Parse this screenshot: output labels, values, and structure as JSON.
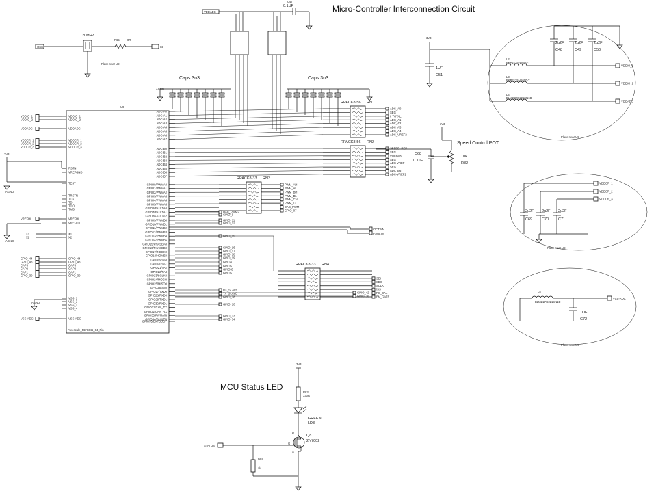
{
  "title": "Micro-Controller Interconnection Circuit",
  "led_title": "MCU Status LED",
  "crystal": {
    "freq": "20MHZ",
    "resistor": "R65",
    "value": "0R",
    "note": "Place near U9",
    "osc_in": "OSC",
    "x1": "X1"
  },
  "top_cap": {
    "ref": "C47",
    "value": "0.1UF",
    "net": "VDDADC"
  },
  "caps_left": "Caps 3n3",
  "caps_right": "Caps 3n3",
  "agnd": "AGND",
  "mcu": {
    "ref": "U9",
    "part": "Freescale_56F8346_64_Pin",
    "left_pins": [
      "VDDIO_1",
      "VDDIO_2",
      "VDDADC",
      "VDDCR_1",
      "VDDCR_2",
      "VDDCR_3",
      "RSTN",
      "VREFGND",
      "TEST",
      "TRSTN",
      "TCK",
      "TDI",
      "TDO",
      "TMS",
      "VREFHI",
      "VREFLO",
      "X1",
      "X2",
      "GPIO_44",
      "GPIO_43",
      "CAP3",
      "CAP2",
      "CAP1",
      "GPIO_39",
      "VSS_1",
      "VSS_2",
      "VSS_3",
      "VSS_4",
      "VSS-ADC"
    ],
    "right_pins": [
      "ADC-A0",
      "ADC-A1",
      "ADC-A2",
      "ADC-A3",
      "ADC-A4",
      "ADC-A5",
      "ADC-A6",
      "ADC-A7",
      "ADC-B0",
      "ADC-B1",
      "ADC-B2",
      "ADC-B3",
      "ADC-B4",
      "ADC-B5",
      "ADC-B6",
      "ADC-B7",
      "GPIO0/PWMA0",
      "GPIO1/PWMA1",
      "GPIO2/PWMA2",
      "GPIO3/PWMA3",
      "GPIO4/PWMA4",
      "GPIO5/PWMA5",
      "GPIO6/FAULTA0",
      "GPIO7/FAULTA1",
      "GPIO8/FAULTA2",
      "GPIO9/PWMB0",
      "GPIO10/PWMB1",
      "GPIO11/PWMB2",
      "GPIO12/PWMB3",
      "GPIO13/PWMB4",
      "GPIO14/PWMB5",
      "GPIO15/PHASEA0",
      "GPIO16/PHASEB0",
      "GPIO17/INDEX0",
      "GPIO18/HOME0",
      "GPIO19/TA0",
      "GPIO20/TA1",
      "GPIO21/TA2",
      "GPIO22/TA3",
      "GPIO23/SCLK0",
      "GPIO24/MOSI0",
      "GPIO25/MISO0",
      "GPIO26/SS0",
      "GPIO27/TXD0",
      "GPIO28/RXD0",
      "GPIO29/TXD1",
      "GPIO30/RXD1",
      "GPIO31/CAN_TX",
      "GPIO32/CAN_RX",
      "GPIO33/PWMA/B",
      "GPIO34/FAULTB",
      "GPIO35/EXTBOOT"
    ]
  },
  "left_nets": [
    "VDDIO_1",
    "VDDIO_2",
    "VDDADC",
    "VDDCR_1",
    "VDDCR_2",
    "VDDCR_3",
    "VREFHI",
    "GPIO_44",
    "GPIO_43",
    "CAP3",
    "CAP2",
    "CAP1",
    "GPIO_39",
    "VSS-ADC"
  ],
  "rn1": {
    "ref": "RN1",
    "part": "RPACK8-56",
    "nets": [
      "ADC_A0",
      "SEG",
      "I_TOTAL",
      "ADC_A1",
      "ADC_A2",
      "ADC_A3",
      "ADC_A4",
      "ADC_VREF2"
    ]
  },
  "rn2": {
    "ref": "RN2",
    "part": "RPACK8-56",
    "nets": [
      "SPEED_REF",
      "SEG",
      "VDCBUS",
      "SEG",
      "ADC-VREF",
      "SEG",
      "ADC_B6",
      "ADC-VREF1"
    ]
  },
  "rn3": {
    "ref": "RN3",
    "part": "RPACK8-33",
    "nets": [
      "PWM_AH",
      "PWM_AL",
      "PWM_BH",
      "PWM_BL",
      "PWM_CH",
      "PWM_CL",
      "DAC_PWM",
      "GPIO_07"
    ]
  },
  "rn4": {
    "ref": "RN4",
    "part": "RPACK8-33",
    "nets": [
      "SDI",
      "SDO",
      "SCLK",
      "/SS",
      "PC_CAL",
      "EN_GATE"
    ]
  },
  "mid_nets": [
    "DAC_PWM2",
    "GPIO_9",
    "GPIO_11",
    "GPIO_12",
    "GPIO_15",
    "GPIO_16",
    "GPIO_17",
    "GPIO_18",
    "GPIO_19",
    "GPIO4",
    "GPIO5",
    "GPIO35",
    "GPIO5",
    "RX_SLAVE",
    "TX_SLAVE",
    "GPIO_38",
    "GPIO_10",
    "GPIO_33",
    "GPIO_34",
    "GPIO_42",
    "GPIO_36"
  ],
  "octwn": [
    "OCTWN",
    "FAULTN"
  ],
  "pot": {
    "title": "Speed Control POT",
    "value": "10k",
    "ref": "R82",
    "cap": "C68",
    "cap_value": "0.1uF",
    "rail": "3V3"
  },
  "power_top": {
    "rail": "3V3",
    "cap": "C51",
    "cap_value": "1UF",
    "note": "Place near U9",
    "caps": [
      {
        "ref": "C48",
        "value": "2u2F"
      },
      {
        "ref": "C49",
        "value": "2u2F"
      },
      {
        "ref": "C50",
        "value": "2u2F"
      }
    ],
    "inductors": [
      {
        "ref": "L2",
        "part": "BKP2125HS600-T",
        "net": "VDDIO_1"
      },
      {
        "ref": "L3",
        "part": "BKP2125HS600-T",
        "net": "VDDIO_2"
      },
      {
        "ref": "L4",
        "part": "BLM21PG221SN1D",
        "net": "VDDADC"
      }
    ]
  },
  "power_mid": {
    "note": "Place near U9",
    "nets": [
      "VDDCR_1",
      "VDDCR_2",
      "VDDCR_3"
    ],
    "caps": [
      {
        "ref": "C69",
        "value": "2u2F"
      },
      {
        "ref": "C70",
        "value": "2u2F"
      },
      {
        "ref": "C71",
        "value": "2u2F"
      }
    ]
  },
  "power_bot": {
    "note": "Place near U9",
    "inductor": {
      "ref": "L5",
      "part": "BLM21PG221SN1D"
    },
    "net": "VSS-ADC",
    "cap": {
      "ref": "C72",
      "value": "1UF"
    }
  },
  "led": {
    "rail": "3V3",
    "resistor": "R83",
    "r_value": "330R",
    "led_color": "GREEN",
    "led_ref": "LD3",
    "fet_ref": "Q8",
    "fet_part": "2N7002",
    "status": "STATUS",
    "r_pull": "R84",
    "r_pull_value": "1k",
    "pins": [
      "D",
      "G",
      "S"
    ]
  }
}
